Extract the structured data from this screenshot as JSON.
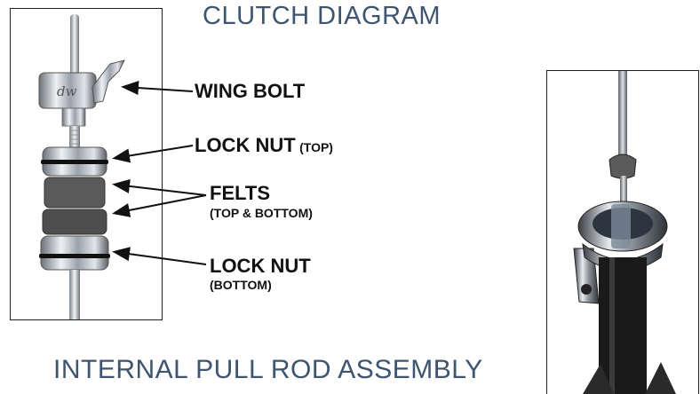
{
  "titles": {
    "clutch_diagram": "CLUTCH DIAGRAM",
    "internal_pull_rod": "INTERNAL PULL ROD ASSEMBLY"
  },
  "labels": {
    "wing_bolt": "WING BOLT",
    "lock_nut_top": "LOCK NUT",
    "lock_nut_top_qualifier": "(TOP)",
    "felts": "FELTS",
    "felts_qualifier": "(TOP & BOTTOM)",
    "lock_nut_bottom": "LOCK NUT",
    "lock_nut_bottom_qualifier": "(BOTTOM)"
  },
  "logo_text": "dw",
  "colors": {
    "heading": "#3d5570",
    "label": "#111111",
    "metal": "#c8cdd3",
    "felt": "#555555",
    "stand_black": "#1a1a1a"
  }
}
